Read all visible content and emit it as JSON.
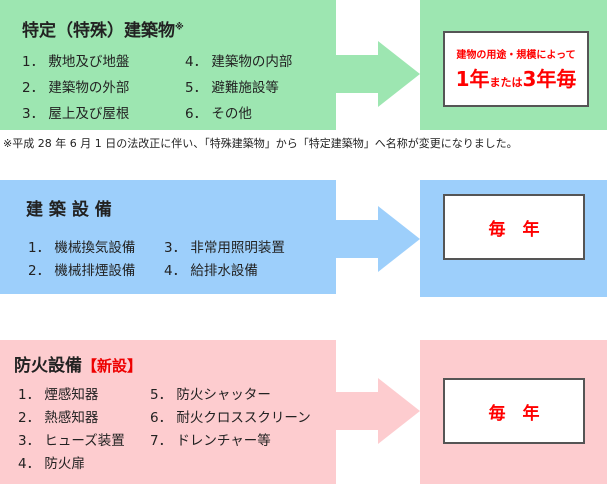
{
  "section1": {
    "title": "特定（特殊）建築物",
    "title_mark": "※",
    "items": [
      "1． 敷地及び地盤",
      "2． 建築物の外部",
      "3． 屋上及び屋根",
      "4． 建築物の内部",
      "5． 避難施設等",
      "6． その他"
    ],
    "result_line1": "建物の用途・規模によって",
    "result_n1": "1",
    "result_nen1": "年",
    "result_mata": "または",
    "result_n2": "3",
    "result_nen2": "年毎"
  },
  "note": "※平成 28 年 6 月 1 日の法改正に伴い、「特殊建築物」から「特定建築物」へ名称が変更になりました。",
  "section2": {
    "title": "建 築 設 備",
    "items": [
      "1． 機械換気設備",
      "2． 機械排煙設備",
      "3． 非常用照明装置",
      "4． 給排水設備"
    ],
    "result": "毎　年"
  },
  "section3": {
    "title": "防火設備",
    "badge": "【新設】",
    "items": [
      "1． 煙感知器",
      "2． 熱感知器",
      "3． ヒューズ装置",
      "4． 防火扉",
      "5． 防火シャッター",
      "6． 耐火クロススクリーン",
      "7． ドレンチャー等"
    ],
    "result": "毎　年"
  },
  "colors": {
    "green": "#9de6b1",
    "blue": "#9dcffb",
    "pink": "#fdcccf",
    "red": "#ff0000"
  }
}
